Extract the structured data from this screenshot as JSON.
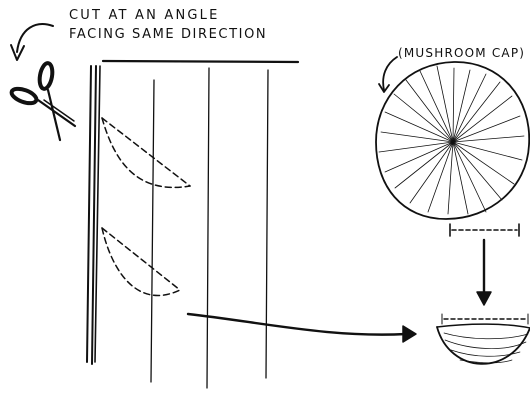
{
  "instructions": {
    "line1": "CUT AT AN ANGLE",
    "line2": "FACING SAME DIRECTION"
  },
  "cap_label": "(MUSHROOM CAP)",
  "colors": {
    "ink": "#111111",
    "background": "#ffffff"
  },
  "icons": [
    "scissors-icon",
    "curved-arrow-icon",
    "down-arrow-icon",
    "right-arrow-icon"
  ]
}
